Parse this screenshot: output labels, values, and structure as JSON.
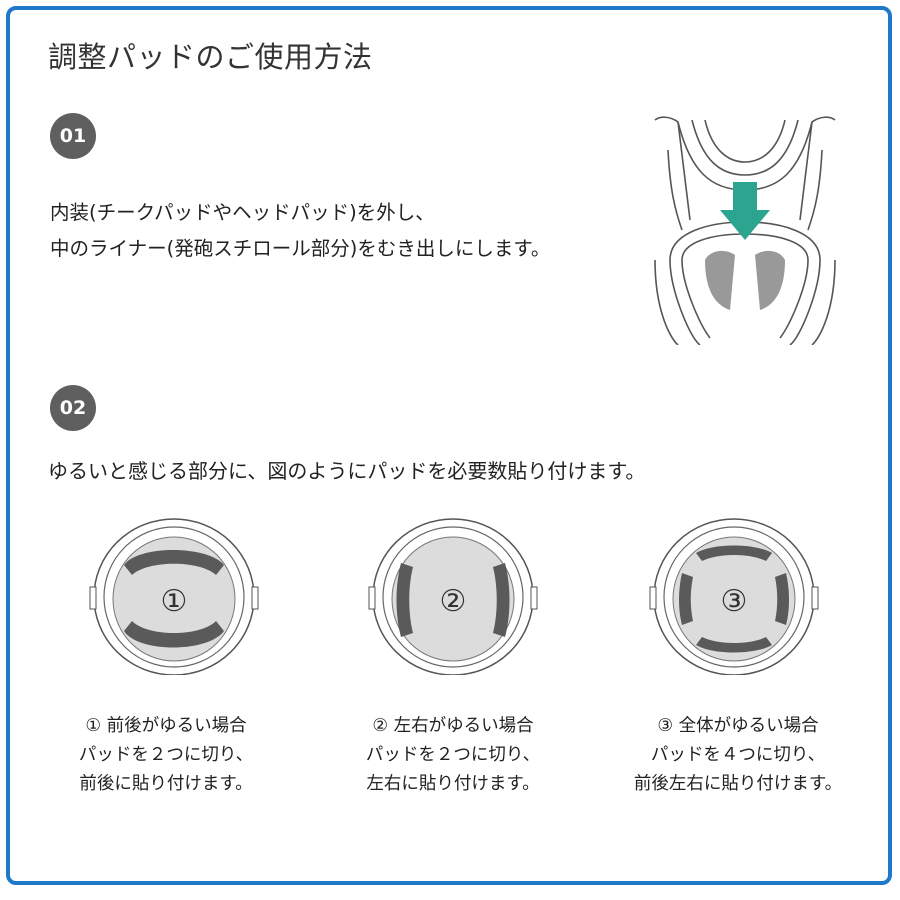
{
  "title": "調整パッドのご使用方法",
  "step1": {
    "badge": "01",
    "line1": "内装(チークパッドやヘッドパッド)を外し、",
    "line2": "中のライナー(発砲スチロール部分)をむき出しにします。"
  },
  "step2": {
    "badge": "02",
    "text": "ゆるいと感じる部分に、図のようにパッドを必要数貼り付けます。"
  },
  "cases": [
    {
      "number": "①",
      "heading": "① 前後がゆるい場合",
      "line1": "パッドを２つに切り、",
      "line2": "前後に貼り付けます。"
    },
    {
      "number": "②",
      "heading": "② 左右がゆるい場合",
      "line1": "パッドを２つに切り、",
      "line2": "左右に貼り付けます。"
    },
    {
      "number": "③",
      "heading": "③ 全体がゆるい場合",
      "line1": "パッドを４つに切り、",
      "line2": "前後左右に貼り付けます。"
    }
  ],
  "colors": {
    "frame": "#1f78c8",
    "badge": "#5f5f5f",
    "arrow": "#2ba58f",
    "pad": "#5a5a5a",
    "liner": "#dcdcdc"
  },
  "icons": {
    "hero": "helmet-liner-arrow-illustration",
    "helmets": [
      "helmet-front-back-pads",
      "helmet-left-right-pads",
      "helmet-four-pads"
    ]
  }
}
